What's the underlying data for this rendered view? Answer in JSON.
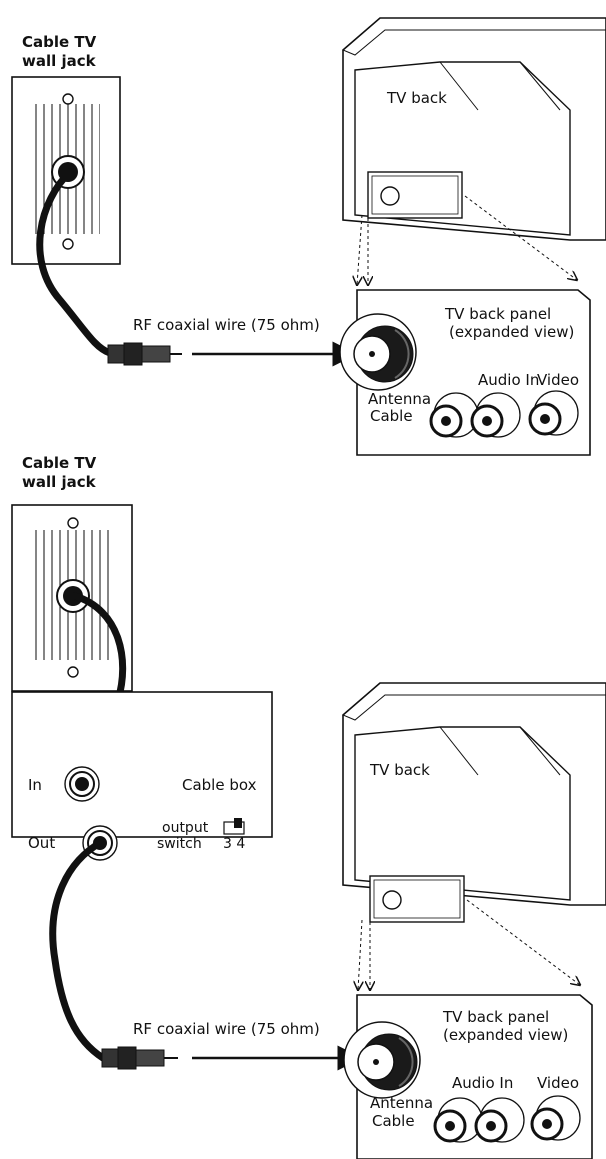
{
  "diagram_top": {
    "wall_jack_label_line1": "Cable TV",
    "wall_jack_label_line2": "wall jack",
    "tv_back_label": "TV back",
    "panel_label_line1": "TV back panel",
    "panel_label_line2": "(expanded view)",
    "wire_label": "RF coaxial wire (75 ohm)",
    "antenna_label_line1": "Antenna",
    "antenna_label_line2": "Cable",
    "audio_label": "Audio In",
    "video_label": "Video"
  },
  "diagram_bottom": {
    "wall_jack_label_line1": "Cable TV",
    "wall_jack_label_line2": "wall jack",
    "cable_box_label": "Cable box",
    "in_label": "In",
    "out_label": "Out",
    "output_label": "output",
    "switch_label": "switch",
    "switch_values": "3  4",
    "tv_back_label": "TV back",
    "panel_label_line1": "TV back panel",
    "panel_label_line2": "(expanded view)",
    "wire_label": "RF coaxial wire (75 ohm)",
    "antenna_label_line1": "Antenna",
    "antenna_label_line2": "Cable",
    "audio_label": "Audio In",
    "video_label": "Video"
  }
}
